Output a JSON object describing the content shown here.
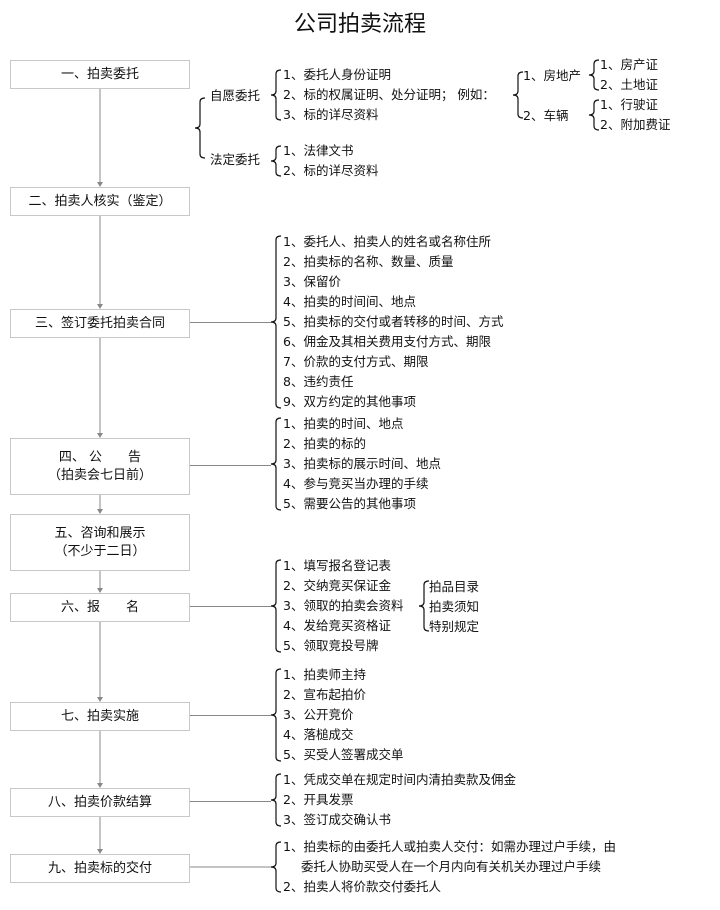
{
  "title": "公司拍卖流程",
  "steps": [
    {
      "lines": [
        "一、拍卖委托"
      ]
    },
    {
      "lines": [
        "二、拍卖人核实（鉴定）"
      ]
    },
    {
      "lines": [
        "三、签订委托拍卖合同"
      ]
    },
    {
      "lines": [
        "四、 公　　告",
        "（拍卖会七日前）"
      ]
    },
    {
      "lines": [
        "五、咨询和展示",
        "（不少于二日）"
      ]
    },
    {
      "lines": [
        "六、报　　名"
      ]
    },
    {
      "lines": [
        "七、拍卖实施"
      ]
    },
    {
      "lines": [
        "八、拍卖价款结算"
      ]
    },
    {
      "lines": [
        "九、拍卖标的交付"
      ]
    }
  ],
  "entrust": {
    "voluntary": {
      "label": "自愿委托",
      "items": [
        "1、委托人身份证明",
        "2、标的权属证明、处分证明； 例如：",
        "3、标的详尽资料"
      ],
      "examples": [
        {
          "label": "1、房地产",
          "items": [
            "1、房产证",
            "2、土地证"
          ]
        },
        {
          "label": "2、车辆",
          "items": [
            "1、行驶证",
            "2、附加费证"
          ]
        }
      ]
    },
    "legal": {
      "label": "法定委托",
      "items": [
        "1、法律文书",
        "2、标的详尽资料"
      ]
    }
  },
  "contract_items": [
    "1、委托人、拍卖人的姓名或名称住所",
    "2、拍卖标的名称、数量、质量",
    "3、保留价",
    "4、拍卖的时间间、地点",
    "5、拍卖标的交付或者转移的时间、方式",
    "6、佣金及其相关费用支付方式、期限",
    "7、价款的支付方式、期限",
    "8、违约责任",
    "9、双方约定的其他事项"
  ],
  "notice_items": [
    "1、拍卖的时间、地点",
    "2、拍卖的标的",
    "3、拍卖标的展示时间、地点",
    "4、参与竞买当办理的手续",
    "5、需要公告的其他事项"
  ],
  "register_items": [
    "1、填写报名登记表",
    "2、交纳竞买保证金",
    "3、领取的拍卖会资料",
    "4、发给竞买资格证",
    "5、领取竞投号牌"
  ],
  "register_materials": [
    "拍品目录",
    "拍卖须知",
    "特别规定"
  ],
  "auction_items": [
    "1、拍卖师主持",
    "2、宣布起拍价",
    "3、公开竞价",
    "4、落槌成交",
    "5、买受人签署成交单"
  ],
  "settlement_items": [
    "1、凭成交单在规定时间内清拍卖款及佣金",
    "2、开具发票",
    "3、签订成交确认书"
  ],
  "delivery_items": [
    "1、拍卖标的由委托人或拍卖人交付：如需办理过户手续，由",
    "委托人协助买受人在一个月内向有关机关办理过户手续",
    "2、拍卖人将价款交付委托人"
  ]
}
